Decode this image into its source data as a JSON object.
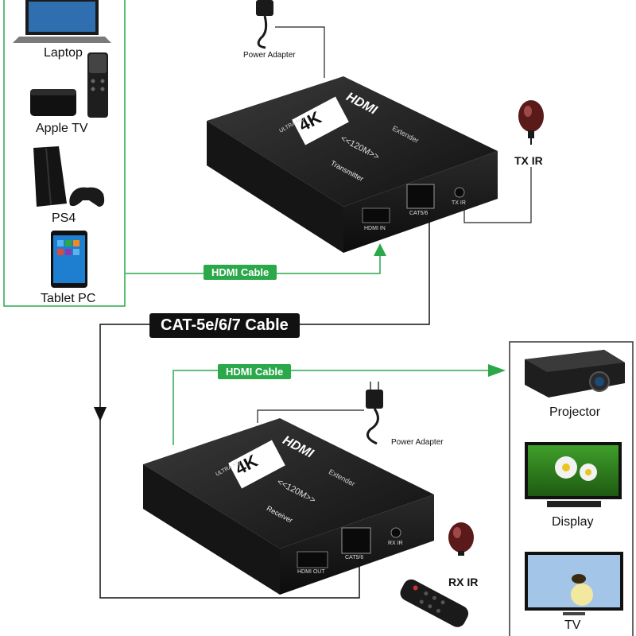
{
  "sources": {
    "laptop": "Laptop",
    "apple_tv": "Apple TV",
    "ps4": "PS4",
    "tablet": "Tablet PC"
  },
  "outputs": {
    "projector": "Projector",
    "display": "Display",
    "tv": "TV"
  },
  "power_adapter": "Power Adapter",
  "tx_ir": "TX IR",
  "rx_ir": "RX IR",
  "hdmi_cable": "HDMI  Cable",
  "cat_cable": "CAT-5e/6/7 Cable",
  "transmitter": {
    "brand": "HDMI",
    "product": "Extender",
    "badge": "4K",
    "badge_sub": "ULTRA HD",
    "range": "<<120M>>",
    "role": "Transmitter",
    "port_hdmi": "HDMI IN",
    "port_cat": "CAT5/6",
    "port_ir": "TX IR"
  },
  "receiver": {
    "brand": "HDMI",
    "product": "Extender",
    "badge": "4K",
    "badge_sub": "ULTRA HD",
    "range": "<<120M>>",
    "role": "Receiver",
    "port_hdmi": "HDMI OUT",
    "port_cat": "CAT5/6",
    "port_ir": "RX IR"
  },
  "colors": {
    "green": "#2aa84a",
    "device": "#1c1c1c",
    "line": "#111111"
  }
}
